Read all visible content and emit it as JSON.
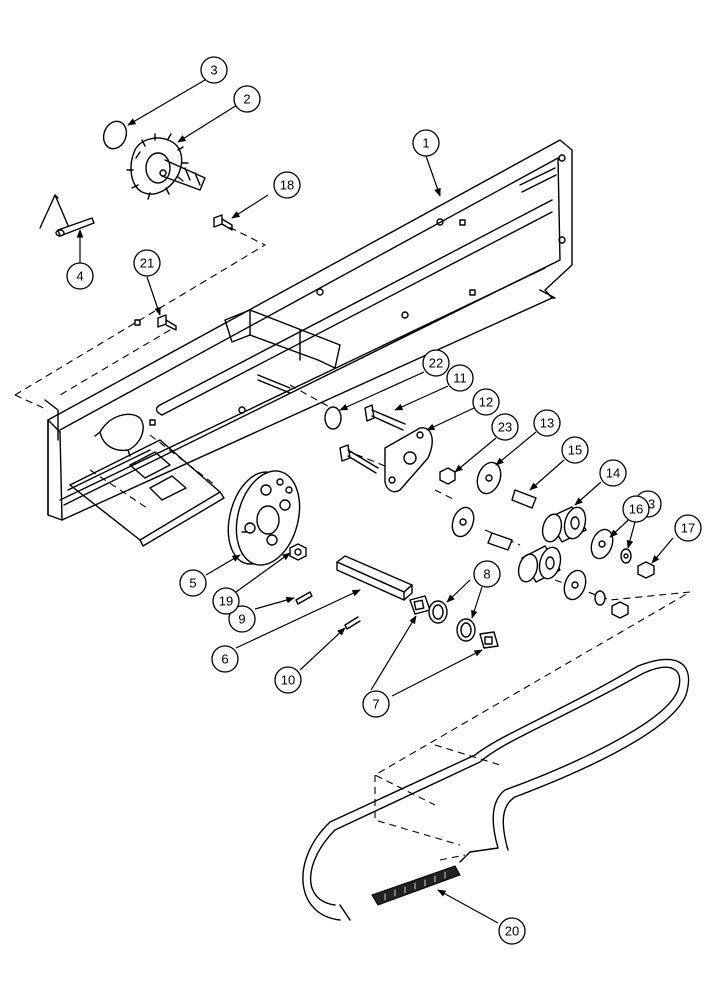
{
  "callouts": [
    {
      "id": "c1",
      "label": "1"
    },
    {
      "id": "c2",
      "label": "2"
    },
    {
      "id": "c3",
      "label": "3"
    },
    {
      "id": "c4",
      "label": "4"
    },
    {
      "id": "c5",
      "label": "5"
    },
    {
      "id": "c6",
      "label": "6"
    },
    {
      "id": "c7",
      "label": "7"
    },
    {
      "id": "c8",
      "label": "8"
    },
    {
      "id": "c9",
      "label": "9"
    },
    {
      "id": "c10",
      "label": "10"
    },
    {
      "id": "c11",
      "label": "11"
    },
    {
      "id": "c12",
      "label": "12"
    },
    {
      "id": "c13a",
      "label": "13"
    },
    {
      "id": "c13b",
      "label": "13"
    },
    {
      "id": "c14",
      "label": "14"
    },
    {
      "id": "c15",
      "label": "15"
    },
    {
      "id": "c16",
      "label": "16"
    },
    {
      "id": "c17",
      "label": "17"
    },
    {
      "id": "c18",
      "label": "18"
    },
    {
      "id": "c19",
      "label": "19"
    },
    {
      "id": "c20",
      "label": "20"
    },
    {
      "id": "c21",
      "label": "21"
    },
    {
      "id": "c22",
      "label": "22"
    },
    {
      "id": "c23",
      "label": "23"
    }
  ]
}
